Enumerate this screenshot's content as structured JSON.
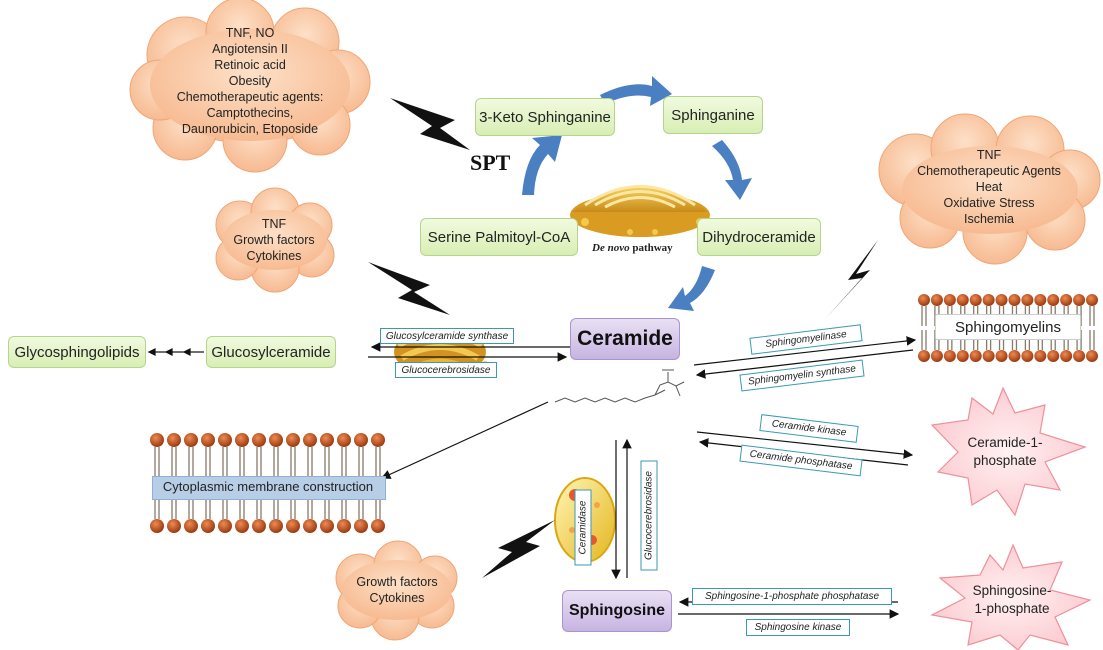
{
  "center": "Ceramide",
  "de_novo": {
    "serine": "Serine Palmitoyl-CoA",
    "keto": "3-Keto Sphinganine",
    "sphinganine": "Sphinganine",
    "dihydro": "Dihydroceramide",
    "label_italic": "De novo",
    "label_rest": " pathway",
    "spt": "SPT"
  },
  "glucosyl": {
    "glyco": "Glycosphingolipids",
    "glucosylceramide": "Glucosylceramide",
    "synthase": "Glucosylceramide synthase",
    "glucocerebrosidase": "Glucocerebrosidase",
    "arrows": "←←←"
  },
  "sphingomyelin": {
    "node": "Sphingomyelins",
    "enzyme_forward": "Sphingomyelinase",
    "enzyme_reverse": "Sphingomyelin synthase"
  },
  "c1p": {
    "node": "Ceramide-1-\nphosphate",
    "enzyme_forward": "Ceramide kinase",
    "enzyme_reverse": "Ceramide phosphatase"
  },
  "sphingosine": {
    "node": "Sphingosine",
    "ceramidase": "Ceramidase",
    "glucocerebrosidase": "Glucocerebrosidase"
  },
  "s1p": {
    "node": "Sphingosine-\n1-phosphate",
    "enzyme_reverse": "Sphingosine-1-phosphate  phosphatase",
    "enzyme_forward": "Sphingosine kinase"
  },
  "membrane": {
    "label": "Cytoplasmic membrane construction"
  },
  "stimuli": {
    "top_left": [
      "TNF, NO",
      "Angiotensin II",
      "Retinoic acid",
      "Obesity",
      "Chemotherapeutic agents:",
      "Camptothecins,",
      "Daunorubicin, Etoposide"
    ],
    "mid_left": [
      "TNF",
      "Growth factors",
      "Cytokines"
    ],
    "right": [
      "TNF",
      "Chemotherapeutic Agents",
      "Heat",
      "Oxidative Stress",
      "Ischemia"
    ],
    "bottom": [
      "Growth factors",
      "Cytokines"
    ]
  },
  "colors": {
    "green_node": "#e2f3c6",
    "purple_node": "#d5c8ec",
    "cloud": "#f9c29c",
    "star": "#fdd9dc",
    "cycle_arrow": "#4a7fc1",
    "enzyme_border": "#3a9ab6",
    "membrane_band": "#b8cde6",
    "lipid_head": "#b9501c"
  }
}
